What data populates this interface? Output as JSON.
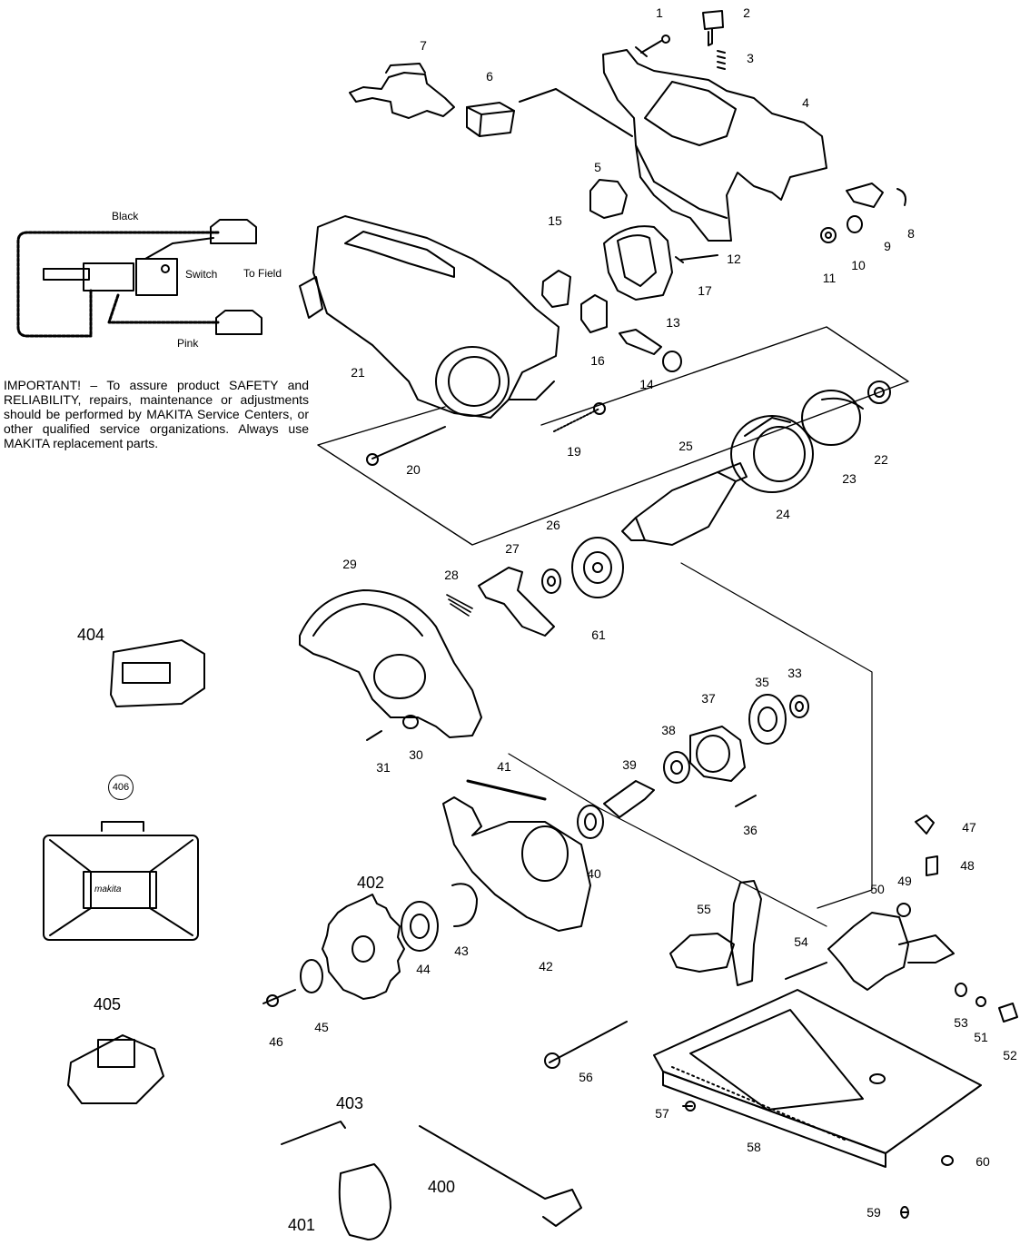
{
  "wiring": {
    "black": "Black",
    "switch": "Switch",
    "to_field": "To Field",
    "pink": "Pink"
  },
  "notice": "IMPORTANT! – To assure product SAFETY and RELIABILITY, repairs, maintenance or adjustments should be performed by MAKITA Service Centers, or other qualified service organizations. Always use MAKITA replacement parts.",
  "case_logo": "makita",
  "parts": {
    "p1": "1",
    "p2": "2",
    "p3": "3",
    "p4": "4",
    "p5": "5",
    "p6": "6",
    "p7": "7",
    "p8": "8",
    "p9": "9",
    "p10": "10",
    "p11": "11",
    "p12": "12",
    "p13": "13",
    "p14": "14",
    "p15": "15",
    "p16": "16",
    "p17": "17",
    "p19": "19",
    "p20": "20",
    "p21": "21",
    "p22": "22",
    "p23": "23",
    "p24": "24",
    "p25": "25",
    "p26": "26",
    "p27": "27",
    "p28": "28",
    "p29": "29",
    "p30": "30",
    "p31": "31",
    "p33": "33",
    "p35": "35",
    "p36": "36",
    "p37": "37",
    "p38": "38",
    "p39": "39",
    "p40": "40",
    "p41": "41",
    "p42": "42",
    "p43": "43",
    "p44": "44",
    "p45": "45",
    "p46": "46",
    "p47": "47",
    "p48": "48",
    "p49": "49",
    "p50": "50",
    "p51": "51",
    "p52": "52",
    "p53": "53",
    "p54": "54",
    "p55": "55",
    "p56": "56",
    "p57": "57",
    "p58": "58",
    "p59": "59",
    "p60": "60",
    "p61": "61",
    "p400": "400",
    "p401": "401",
    "p402": "402",
    "p403": "403",
    "p404": "404",
    "p405": "405",
    "p406": "406"
  }
}
